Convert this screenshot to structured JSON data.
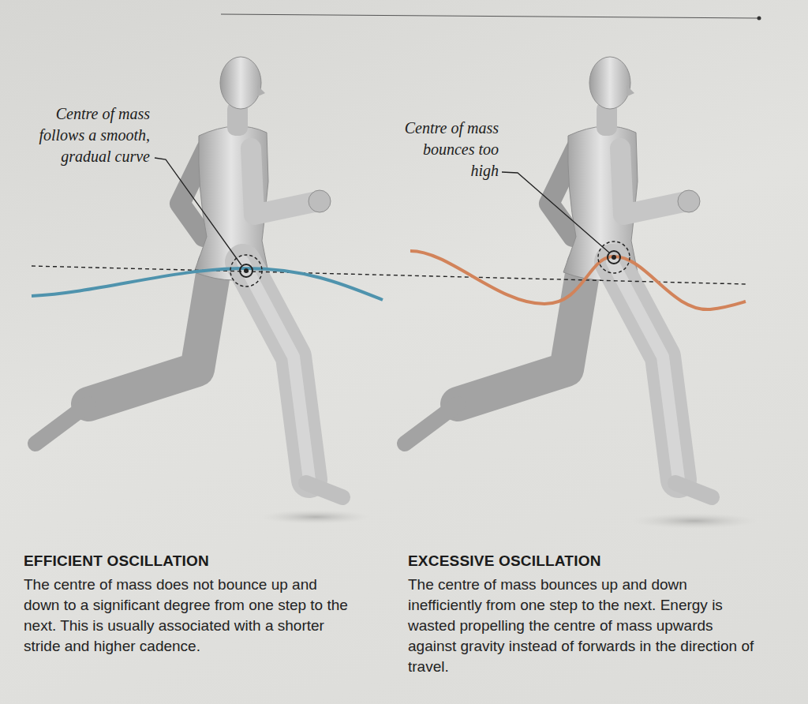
{
  "diagram": {
    "labels": [
      "Centre of mass follows a smooth, gradual curve",
      "Centre of mass bounces too high",
      "EFFICIENT OSCILLATION",
      "The centre of mass does not bounce up and down to a significant degree from one step to the next. This is usually associated with a shorter stride and higher cadence.",
      "EXCESSIVE OSCILLATION",
      "The centre of mass bounces up and down inefficiently from one step to the next. Energy is wasted propelling the centre of mass upwards against gravity instead of forwards in the direction of travel."
    ]
  }
}
